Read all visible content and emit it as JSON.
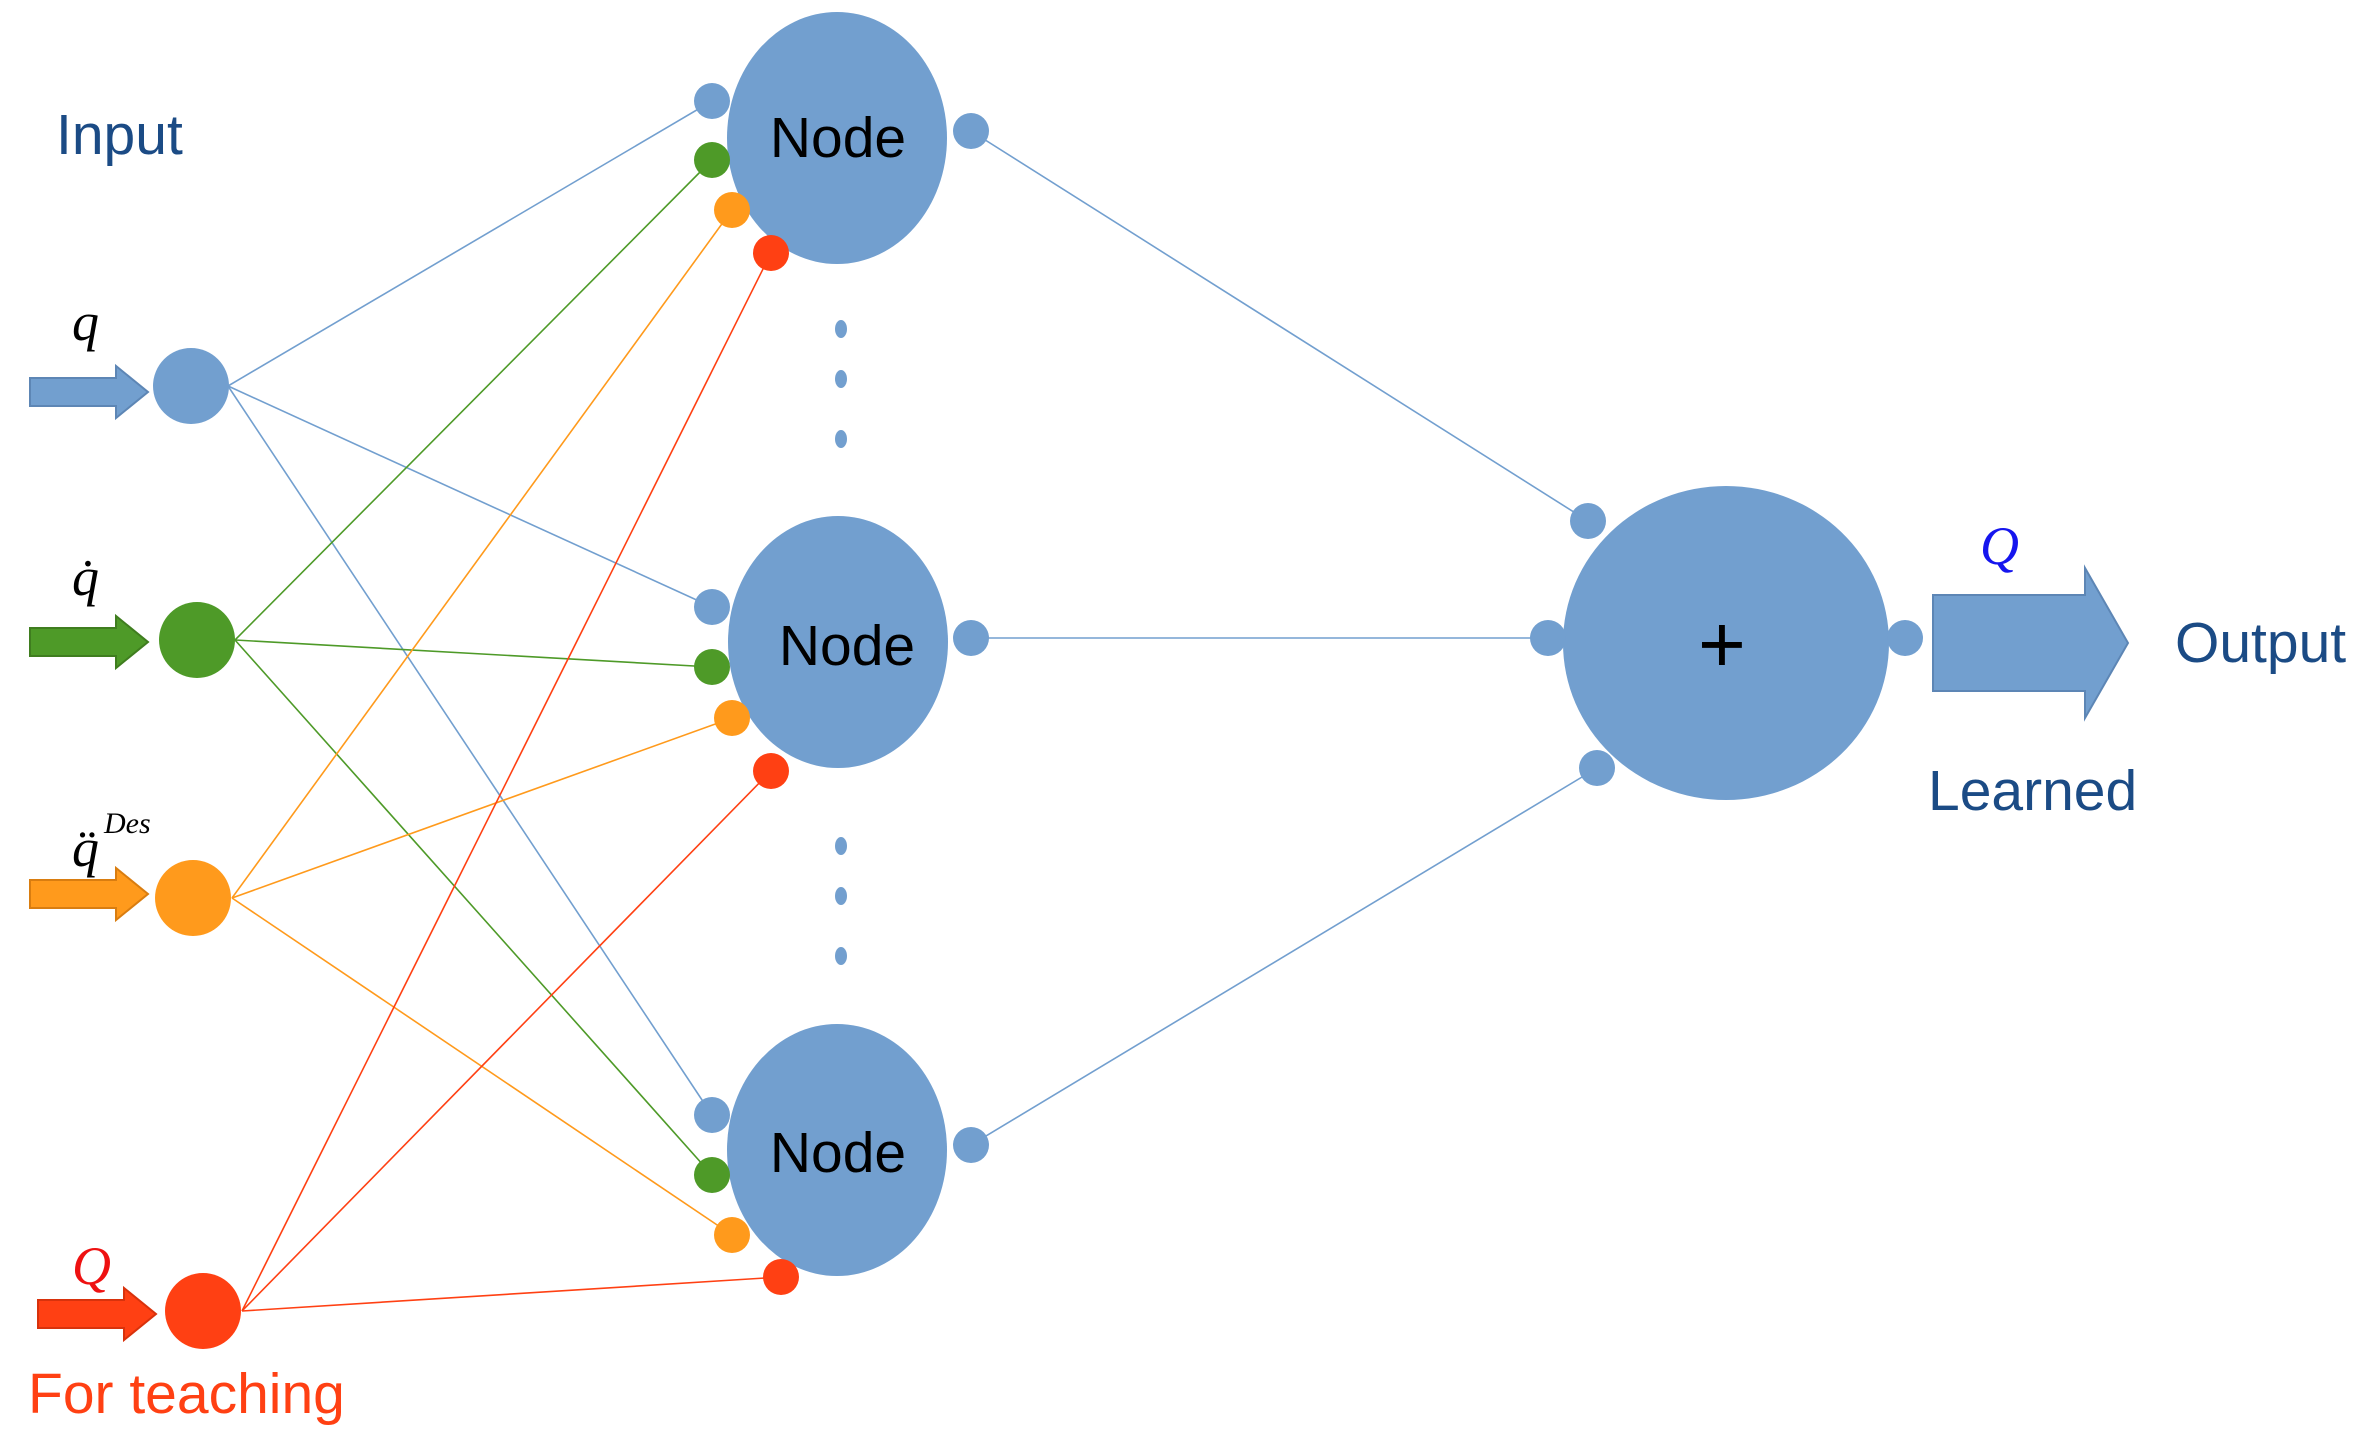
{
  "labels": {
    "input": "Input",
    "output": "Output",
    "learned": "Learned",
    "for_teaching": "For teaching",
    "node": "Node",
    "sum": "+"
  },
  "inputs": {
    "q": "q",
    "q_dot": "q̇",
    "q_ddot": "q̈",
    "q_ddot_superscript": "Des",
    "Q": "Q"
  },
  "output_symbol": "Q",
  "colors": {
    "blue": "#729fcf",
    "green": "#4e9a28",
    "orange": "#ff9a1c",
    "red": "#ff4013",
    "dark_text": "#1b4b85",
    "red_text": "#ff4013",
    "symbol_blue": "#1515ee",
    "symbol_red": "#ee1111"
  }
}
